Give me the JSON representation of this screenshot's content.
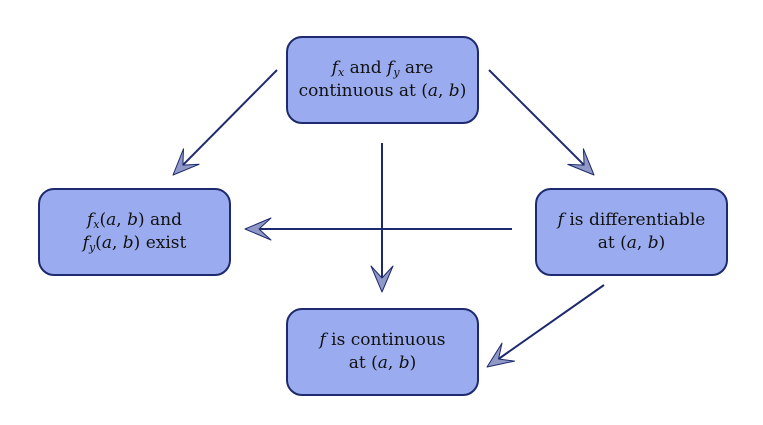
{
  "diagram": {
    "colors": {
      "node_fill": "#9aacef",
      "node_border": "#1e2a6e",
      "arrow_stroke": "#1e2a6e",
      "arrow_head_fill": "#8f98c6",
      "background": "#ffffff"
    },
    "nodes": [
      {
        "id": "partials-continuous",
        "lines": [
          [
            {
              "t": "f",
              "i": true
            },
            {
              "t": "x",
              "sub": true
            },
            {
              "t": " and "
            },
            {
              "t": "f",
              "i": true
            },
            {
              "t": "y",
              "sub": true
            },
            {
              "t": " are"
            }
          ],
          [
            {
              "t": "continuous at ("
            },
            {
              "t": "a",
              "i": true
            },
            {
              "t": ", "
            },
            {
              "t": "b",
              "i": true
            },
            {
              "t": ")"
            }
          ]
        ]
      },
      {
        "id": "partials-exist",
        "lines": [
          [
            {
              "t": "f",
              "i": true
            },
            {
              "t": "x",
              "sub": true
            },
            {
              "t": "("
            },
            {
              "t": "a",
              "i": true
            },
            {
              "t": ", "
            },
            {
              "t": "b",
              "i": true
            },
            {
              "t": ") and"
            }
          ],
          [
            {
              "t": "f",
              "i": true
            },
            {
              "t": "y",
              "sub": true
            },
            {
              "t": "("
            },
            {
              "t": "a",
              "i": true
            },
            {
              "t": ", "
            },
            {
              "t": "b",
              "i": true
            },
            {
              "t": ") exist"
            }
          ]
        ]
      },
      {
        "id": "differentiable",
        "lines": [
          [
            {
              "t": "f",
              "i": true
            },
            {
              "t": " is differentiable"
            }
          ],
          [
            {
              "t": "at ("
            },
            {
              "t": "a",
              "i": true
            },
            {
              "t": ", "
            },
            {
              "t": "b",
              "i": true
            },
            {
              "t": ")"
            }
          ]
        ]
      },
      {
        "id": "continuous",
        "lines": [
          [
            {
              "t": "f",
              "i": true
            },
            {
              "t": " is continuous"
            }
          ],
          [
            {
              "t": "at ("
            },
            {
              "t": "a",
              "i": true
            },
            {
              "t": ", "
            },
            {
              "t": "b",
              "i": true
            },
            {
              "t": ")"
            }
          ]
        ]
      }
    ],
    "edges": [
      {
        "from": "partials-continuous",
        "to": "partials-exist"
      },
      {
        "from": "partials-continuous",
        "to": "differentiable"
      },
      {
        "from": "partials-continuous",
        "to": "continuous"
      },
      {
        "from": "differentiable",
        "to": "partials-exist"
      },
      {
        "from": "differentiable",
        "to": "continuous"
      }
    ]
  }
}
